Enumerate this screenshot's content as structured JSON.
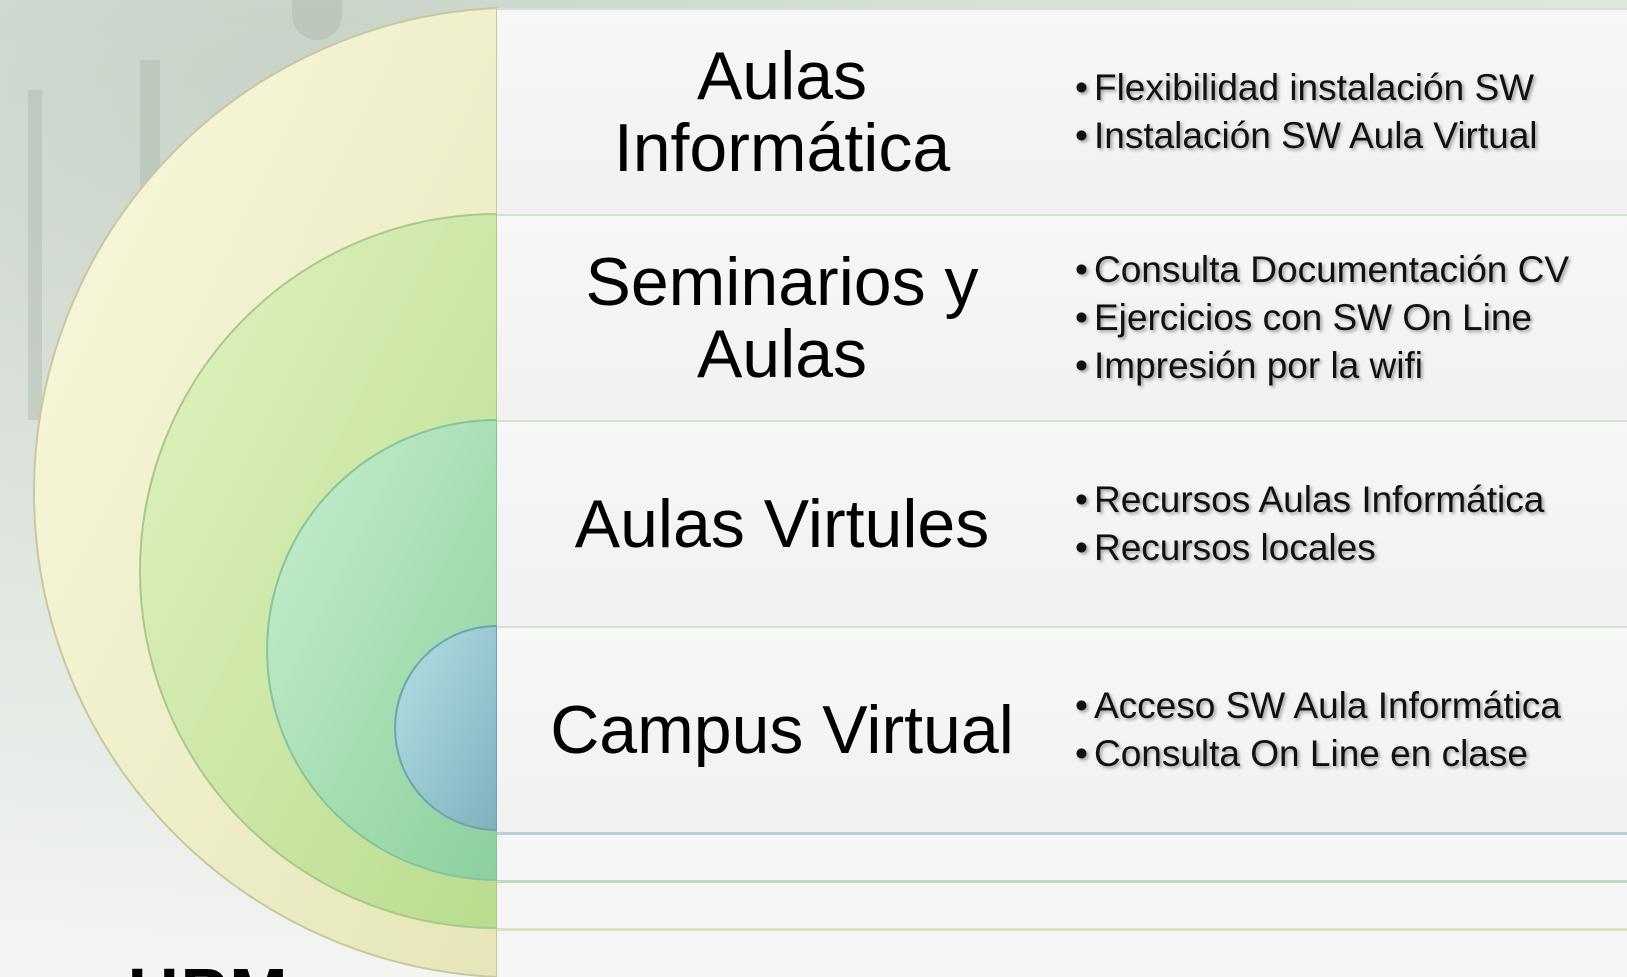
{
  "diagram": {
    "colors": {
      "ring_outer": "#f3f3d2",
      "ring_second": "#cfeaa8",
      "ring_third": "#a9e3b5",
      "ring_inner": "#8ec6cf",
      "row_border": "#cfe3cf"
    },
    "rows": [
      {
        "title": "Aulas\nInformática",
        "bullets": [
          "Flexibilidad instalación SW",
          "Instalación SW Aula Virtual"
        ]
      },
      {
        "title": "Seminarios y\nAulas",
        "bullets": [
          "Consulta Documentación CV",
          "Ejercicios con SW On Line",
          "Impresión por la wifi"
        ]
      },
      {
        "title": "Aulas Virtules",
        "bullets": [
          "Recursos Aulas Informática",
          "Recursos locales"
        ]
      },
      {
        "title": "Campus Virtual",
        "bullets": [
          "Acceso SW Aula Informática",
          "Consulta On Line en clase"
        ]
      }
    ]
  },
  "logo": {
    "text": "UPM"
  }
}
